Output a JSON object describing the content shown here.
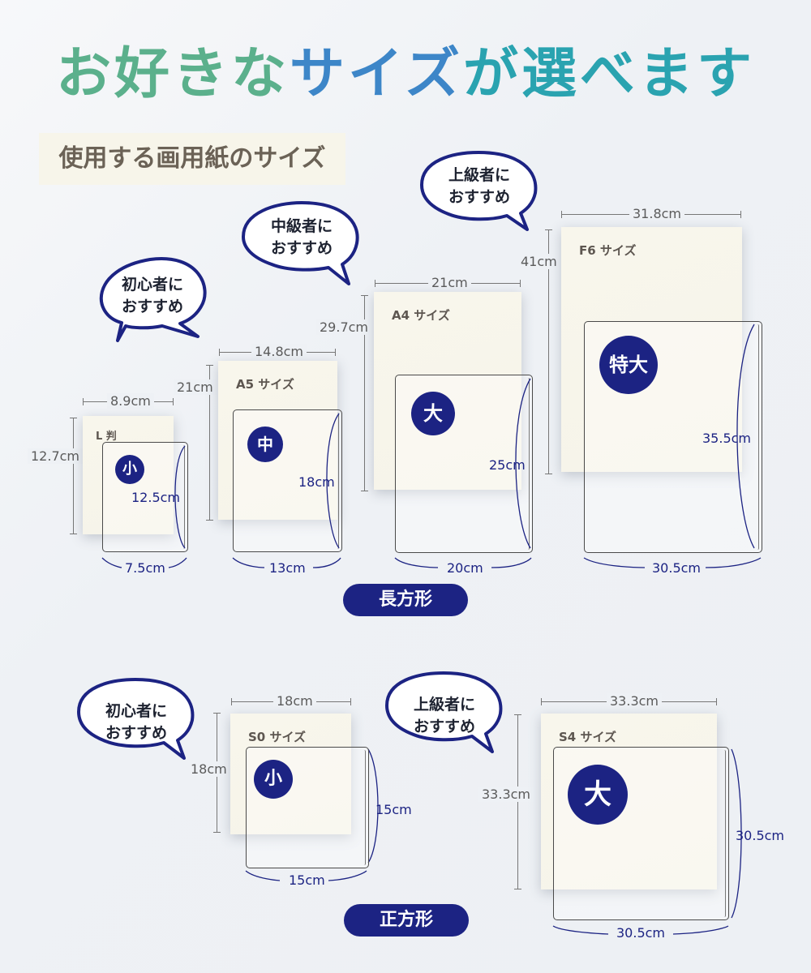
{
  "title": {
    "part1": "お好きな",
    "part2": "サイズ",
    "part3": "が選べます"
  },
  "section_label": "使用する画用紙のサイズ",
  "colors": {
    "navy": "#1c2383",
    "green": "#5bb08c",
    "blue": "#3d86c8",
    "teal": "#2aa3b0",
    "paper": "#f7f5ea"
  },
  "rectangle": {
    "group_label": "長方形",
    "bubbles": [
      {
        "line1": "初心者に",
        "line2": "おすすめ"
      },
      {
        "line1": "中級者に",
        "line2": "おすすめ"
      },
      {
        "line1": "上級者に",
        "line2": "おすすめ"
      }
    ],
    "papers": [
      {
        "name": "L 判",
        "width": "8.9cm",
        "height": "12.7cm",
        "badge": "小",
        "sheet_w": "7.5cm",
        "sheet_h": "12.5cm"
      },
      {
        "name": "A5 サイズ",
        "width": "14.8cm",
        "height": "21cm",
        "badge": "中",
        "sheet_w": "13cm",
        "sheet_h": "18cm"
      },
      {
        "name": "A4 サイズ",
        "width": "21cm",
        "height": "29.7cm",
        "badge": "大",
        "sheet_w": "20cm",
        "sheet_h": "25cm"
      },
      {
        "name": "F6 サイズ",
        "width": "31.8cm",
        "height": "41cm",
        "badge": "特大",
        "sheet_w": "30.5cm",
        "sheet_h": "35.5cm"
      }
    ]
  },
  "square": {
    "group_label": "正方形",
    "bubbles": [
      {
        "line1": "初心者に",
        "line2": "おすすめ"
      },
      {
        "line1": "上級者に",
        "line2": "おすすめ"
      }
    ],
    "papers": [
      {
        "name": "S0 サイズ",
        "width": "18cm",
        "height": "18cm",
        "badge": "小",
        "sheet_w": "15cm",
        "sheet_h": "15cm"
      },
      {
        "name": "S4 サイズ",
        "width": "33.3cm",
        "height": "33.3cm",
        "badge": "大",
        "sheet_w": "30.5cm",
        "sheet_h": "30.5cm"
      }
    ]
  }
}
